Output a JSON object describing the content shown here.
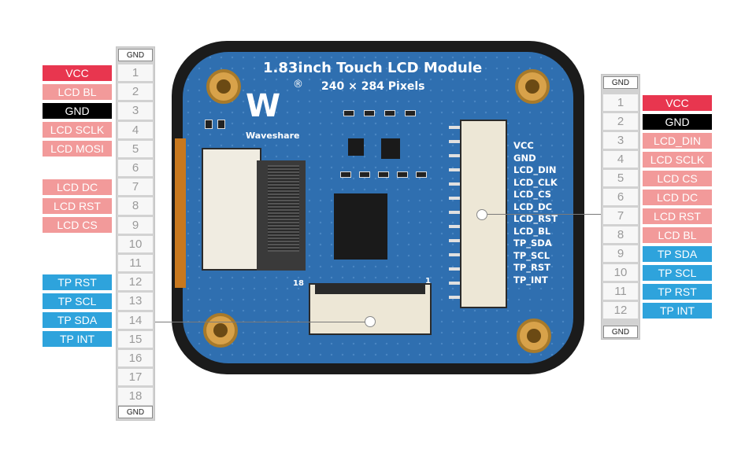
{
  "board": {
    "title": "1.83inch Touch LCD Module",
    "subtitle": "240 × 284 Pixels",
    "brand": "Waveshare",
    "registered_mark": "®",
    "logo_mark": "W",
    "signals": [
      "VCC",
      "GND",
      "LCD_DIN",
      "LCD_CLK",
      "LCD_CS",
      "LCD_DC",
      "LCD_RST",
      "LCD_BL",
      "TP_SDA",
      "TP_SCL",
      "TP_RST",
      "TP_INT"
    ],
    "connector_left_pin_label": "18",
    "connector_right_pin_label": "1"
  },
  "left_header": {
    "gnd_top": "GND",
    "gnd_bottom": "GND",
    "pins": [
      "1",
      "2",
      "3",
      "4",
      "5",
      "6",
      "7",
      "8",
      "9",
      "10",
      "11",
      "12",
      "13",
      "14",
      "15",
      "16",
      "17",
      "18"
    ],
    "labels": [
      {
        "pin": "1",
        "text": "VCC",
        "color": "#e8364f"
      },
      {
        "pin": "2",
        "text": "LCD BL",
        "color": "#f29a9a"
      },
      {
        "pin": "3",
        "text": "GND",
        "color": "#000000"
      },
      {
        "pin": "4",
        "text": "LCD SCLK",
        "color": "#f29a9a"
      },
      {
        "pin": "5",
        "text": "LCD MOSI",
        "color": "#f29a9a"
      },
      {
        "pin": "7",
        "text": "LCD DC",
        "color": "#f29a9a"
      },
      {
        "pin": "8",
        "text": "LCD RST",
        "color": "#f29a9a"
      },
      {
        "pin": "9",
        "text": "LCD CS",
        "color": "#f29a9a"
      },
      {
        "pin": "12",
        "text": "TP RST",
        "color": "#2ea3dc"
      },
      {
        "pin": "13",
        "text": "TP SCL",
        "color": "#2ea3dc"
      },
      {
        "pin": "14",
        "text": "TP SDA",
        "color": "#2ea3dc"
      },
      {
        "pin": "15",
        "text": "TP INT",
        "color": "#2ea3dc"
      }
    ]
  },
  "right_header": {
    "gnd_top": "GND",
    "gnd_bottom": "GND",
    "pins": [
      "1",
      "2",
      "3",
      "4",
      "5",
      "6",
      "7",
      "8",
      "9",
      "10",
      "11",
      "12"
    ],
    "labels": [
      {
        "pin": "1",
        "text": "VCC",
        "color": "#e8364f"
      },
      {
        "pin": "2",
        "text": "GND",
        "color": "#000000"
      },
      {
        "pin": "3",
        "text": "LCD_DIN",
        "color": "#f29a9a"
      },
      {
        "pin": "4",
        "text": "LCD SCLK",
        "color": "#f29a9a"
      },
      {
        "pin": "5",
        "text": "LCD CS",
        "color": "#f29a9a"
      },
      {
        "pin": "6",
        "text": "LCD DC",
        "color": "#f29a9a"
      },
      {
        "pin": "7",
        "text": "LCD RST",
        "color": "#f29a9a"
      },
      {
        "pin": "8",
        "text": "LCD BL",
        "color": "#f29a9a"
      },
      {
        "pin": "9",
        "text": "TP SDA",
        "color": "#2ea3dc"
      },
      {
        "pin": "10",
        "text": "TP SCL",
        "color": "#2ea3dc"
      },
      {
        "pin": "11",
        "text": "TP RST",
        "color": "#2ea3dc"
      },
      {
        "pin": "12",
        "text": "TP INT",
        "color": "#2ea3dc"
      }
    ]
  }
}
